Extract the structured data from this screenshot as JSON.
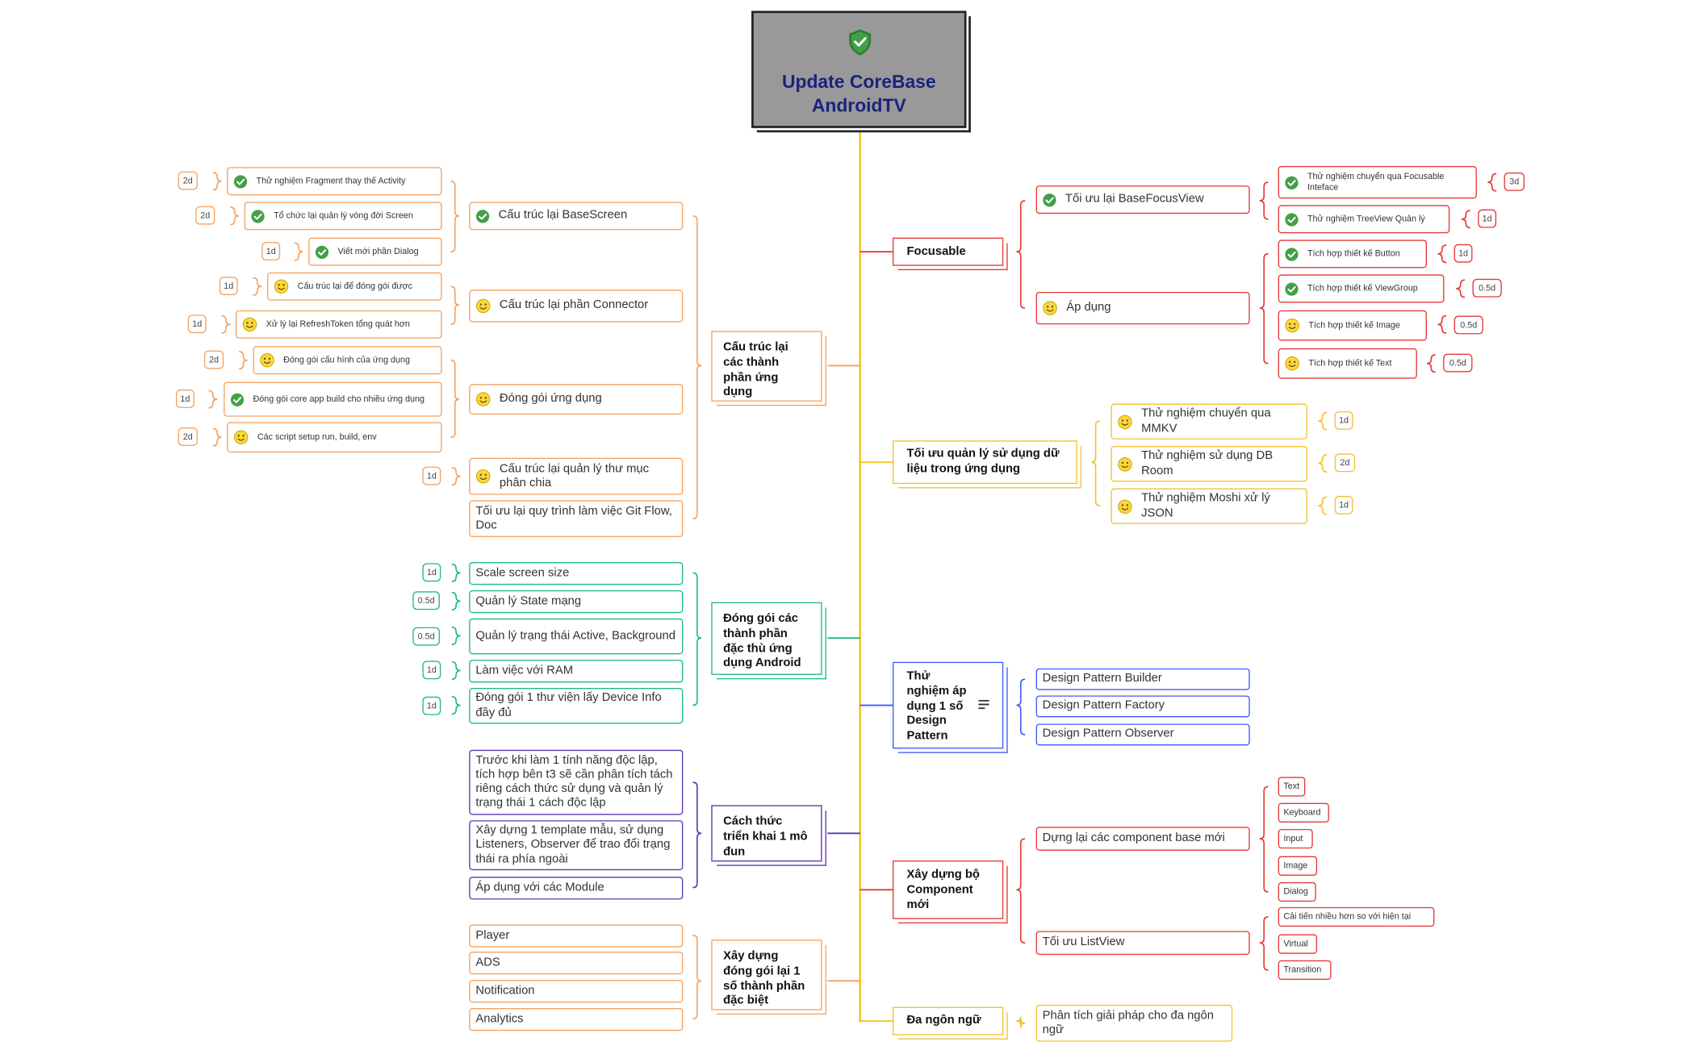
{
  "root": {
    "title_line1": "Update CoreBase",
    "title_line2": "AndroidTV"
  },
  "colors": {
    "orange": "#f4a261",
    "red": "#e53935",
    "yellow": "#f2c230",
    "teal": "#1fb889",
    "blue": "#3d5afe",
    "purple": "#5e35b1",
    "green_check": "#43a047",
    "spine": "#f6b900"
  },
  "topics": {
    "cau_truc": "Cấu trúc lại các thành phần ứng dụng",
    "dong_goi_android": "Đóng gói các thành phần đặc thù ứng dụng Android",
    "cach_thuc": "Cách thức triển khai 1 mô đun",
    "xay_dung_dac_biet": "Xây dựng đóng gói lại 1 số thành phần đặc biệt",
    "focusable": "Focusable",
    "toi_uu_du_lieu": "Tối ưu quản lý sử dụng dữ liệu trong ứng dụng",
    "design_pattern": "Thử nghiệm áp dụng 1 số Design Pattern",
    "component": "Xây dựng bộ Component mới",
    "da_ngon_ngu": "Đa ngôn ngữ"
  },
  "left_nodes": {
    "basescreen": "Cấu trúc lại BaseScreen",
    "fragment": "Thử nghiệm Fragment thay thế Activity",
    "vong_doi": "Tổ chức lại quản lý vòng đời Screen",
    "dialog": "Viết mới phần Dialog",
    "connector": "Cấu trúc lại phần Connector",
    "dong_goi_duoc": "Cấu trúc lại để đóng gói được",
    "refresh": "Xử lý lại RefreshToken tổng quát hơn",
    "dong_goi_ud": "Đóng gói ứng dụng",
    "cau_hinh": "Đóng gói cấu hình của ứng dụng",
    "core_app": "Đóng gói core app build cho nhiều ứng dụng",
    "script": "Các script setup run, build, env",
    "thu_muc": "Cấu trúc lại quản lý thư mục phân chia",
    "git": "Tối ưu lại quy trình làm việc Git Flow, Doc",
    "scale": "Scale screen size",
    "state": "Quản lý State mạng",
    "active": "Quản lý trạng thái Active, Background",
    "ram": "Làm việc với RAM",
    "device": "Đóng gói 1 thư viện lấy Device Info đầy đủ",
    "truoc_khi": "Trước khi làm 1 tính năng độc lập, tích hợp bên t3 sẽ cần phân tích tách riêng cách thức sử dụng và quản lý trạng thái 1 cách độc lập",
    "template": "Xây dựng 1 template mẫu, sử dụng Listeners, Observer  để trao đổi trạng thái ra phía ngoài",
    "module": "Áp dụng với các Module",
    "player": "Player",
    "ads": "ADS",
    "notification": "Notification",
    "analytics": "Analytics"
  },
  "right_nodes": {
    "basefocus": "Tối ưu lại BaseFocusView",
    "chuyen_focusable": "Thử nghiệm chuyển qua Focusable Inteface",
    "treeview": "Thử nghiệm TreeView Quản lý",
    "ap_dung": "Áp dụng",
    "button": "Tích hợp thiết kế Button",
    "viewgroup": "Tích hợp thiết kế ViewGroup",
    "image": "Tích hợp thiết kế Image",
    "text": "Tích hợp thiết kế Text",
    "mmkv": "Thử nghiệm chuyển qua MMKV",
    "room": "Thử nghiệm sử dụng DB Room",
    "moshi": "Thử nghiệm Moshi xử lý JSON",
    "builder": "Design Pattern Builder",
    "factory": "Design Pattern Factory",
    "observer": "Design Pattern Observer",
    "dung_lai": "Dựng lại các component base mới",
    "toi_uu_list": "Tối ưu ListView",
    "c_text": "Text",
    "c_keyboard": "Keyboard",
    "c_input": "Input",
    "c_image": "Image",
    "c_dialog": "Dialog",
    "cai_tien": "Cải tiến nhiều hơn so với hiện tại",
    "virtual": "Virtual",
    "transition": "Transition",
    "phan_tich": "Phân tích giải pháp cho đa ngôn ngữ"
  },
  "estimates": {
    "fragment": "2d",
    "vong_doi": "2d",
    "dialog": "1d",
    "dong_goi_duoc": "1d",
    "refresh": "1d",
    "cau_hinh": "2d",
    "core_app": "1d",
    "script": "2d",
    "thu_muc": "1d",
    "scale": "1d",
    "state": "0.5d",
    "active": "0.5d",
    "ram": "1d",
    "device": "1d",
    "chuyen_focusable": "3d",
    "treeview": "1d",
    "button": "1d",
    "viewgroup": "0.5d",
    "image": "0.5d",
    "text": "0.5d",
    "mmkv": "1d",
    "room": "2d",
    "moshi": "1d"
  },
  "icons": {
    "root": "shield-check-icon",
    "done": "check-circle-icon",
    "progress": "smiley-icon",
    "notes": "notes-icon"
  }
}
